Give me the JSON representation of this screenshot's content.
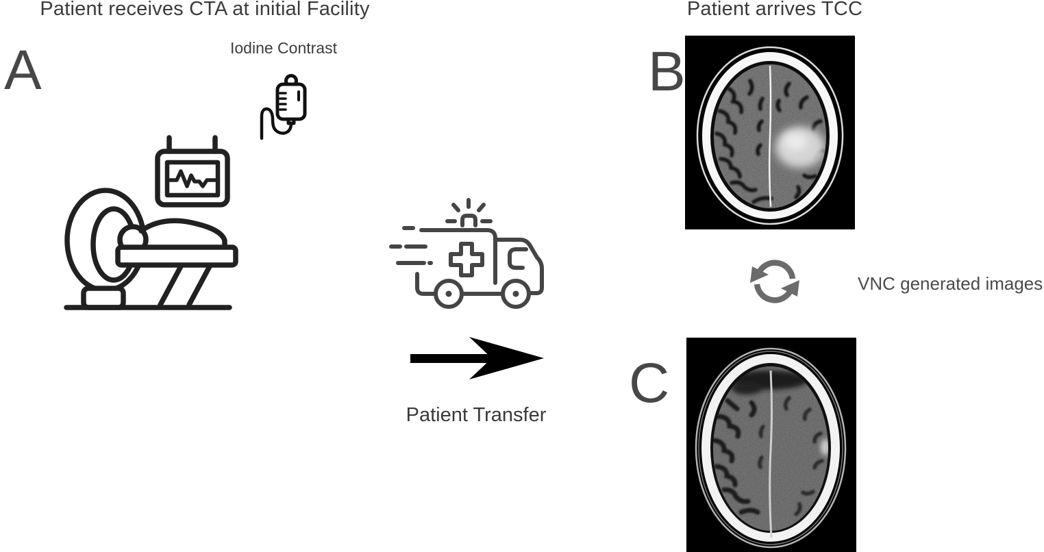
{
  "figure": {
    "panel_a": {
      "letter": "A",
      "title": "Patient receives CTA at initial Facility",
      "contrast_label": "Iodine Contrast",
      "icons": {
        "iv_bag": "iv-contrast-bag-icon",
        "ct_scanner": "ct-scanner-icon"
      }
    },
    "transfer": {
      "caption": "Patient Transfer",
      "icons": {
        "ambulance": "ambulance-icon",
        "arrow": "transfer-arrow"
      }
    },
    "panel_b": {
      "letter": "B",
      "title": "Patient arrives TCC",
      "image": "axial-brain-ct-contrast"
    },
    "vnc": {
      "caption": "VNC generated images",
      "icon": "cycle-arrows-icon"
    },
    "panel_c": {
      "letter": "C",
      "image": "axial-brain-ct-virtual-non-contrast"
    },
    "colors": {
      "background": "#ffffff",
      "text": "#3b3b3b",
      "panel_letter": "#474747",
      "line_icon": "#212121",
      "ambulance_icon": "#454545",
      "cycle_icon": "#6b6b6b",
      "arrow": "#000000"
    }
  }
}
